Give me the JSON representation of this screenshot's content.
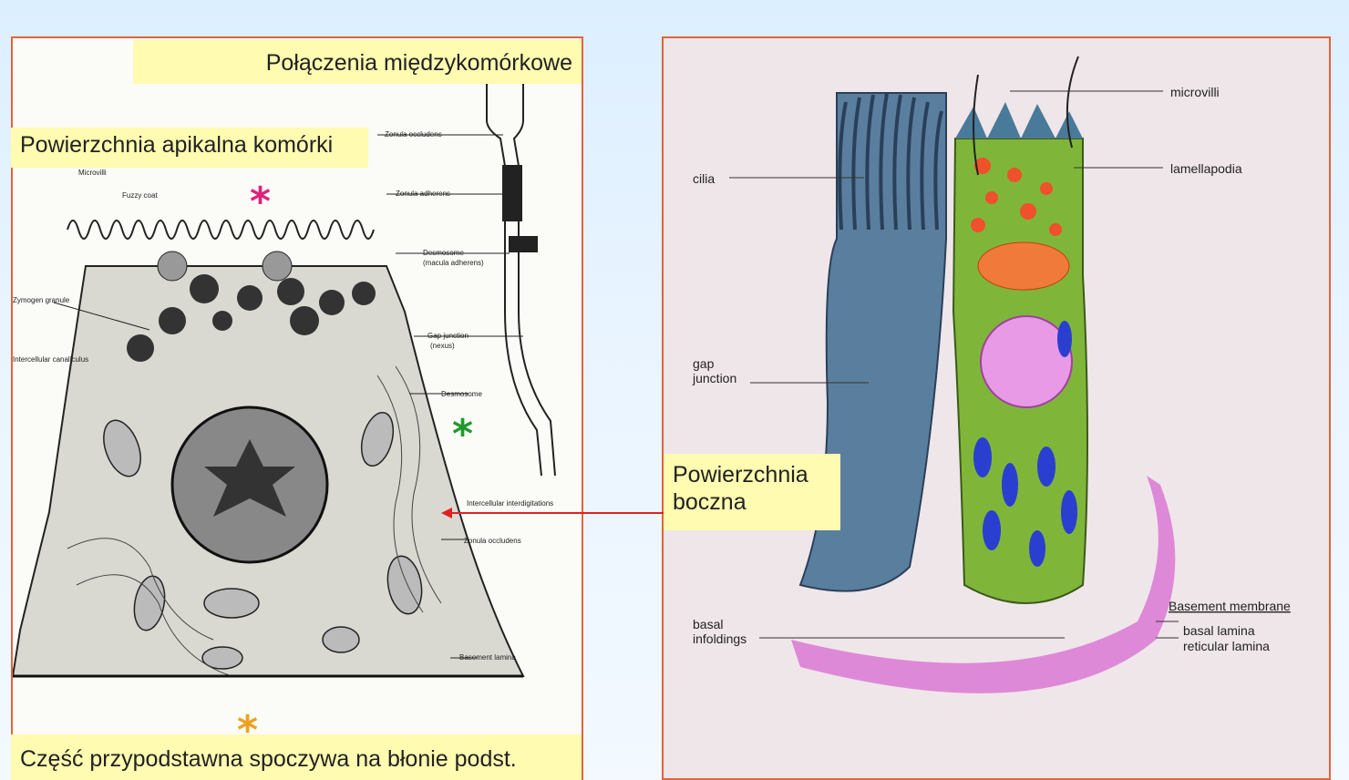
{
  "labels": {
    "intercellular_junctions": "Połączenia międzykomórkowe",
    "apical_surface": "Powierzchnia apikalna komórki",
    "lateral_surface_line1": "Powierzchnia",
    "lateral_surface_line2": "boczna",
    "basal_part": "Część przypodstawna spoczywa na błonie podst."
  },
  "left_diagram": {
    "annotations": [
      "Microvilli",
      "Fuzzy coat",
      "Zymogen granule",
      "Intercellular canaliculus",
      "Zonula occludens",
      "Zonula adherens",
      "Desmosome",
      "(macula adherens)",
      "Gap junction",
      "(nexus)",
      "Desmosome",
      "Intercellular interdigitations",
      "Zonula occludens",
      "Basement lamina"
    ]
  },
  "right_diagram": {
    "annotations": {
      "cilia": "cilia",
      "microvilli": "microvilli",
      "lamellapodia": "lamellapodia",
      "gap_junction_1": "gap",
      "gap_junction_2": "junction",
      "basal_infoldings_1": "basal",
      "basal_infoldings_2": "infoldings",
      "basement_membrane": "Basement membrane",
      "basal_lamina": "basal lamina",
      "reticular_lamina": "reticular lamina"
    }
  },
  "stars": {
    "pink": "*",
    "green": "*",
    "orange": "*"
  },
  "colors": {
    "border": "#e0643c",
    "label_bg": "#fffbb0",
    "arrow": "#e02020",
    "star_pink": "#e0217a",
    "star_green": "#1f9a2a",
    "star_orange": "#f0a020"
  }
}
